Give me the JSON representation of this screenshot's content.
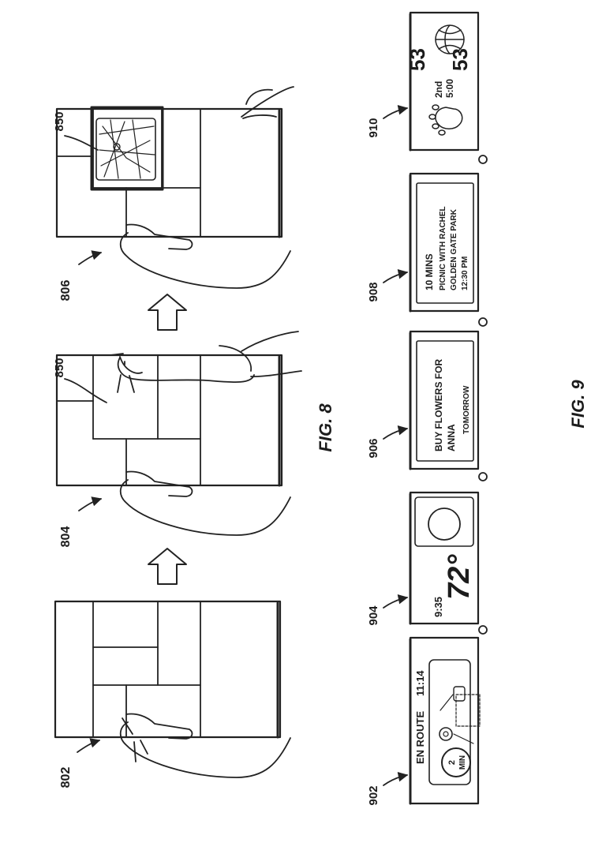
{
  "fig8": {
    "caption": "FIG. 8",
    "panels": [
      {
        "ref": "802"
      },
      {
        "ref": "804",
        "tile_ref": "850"
      },
      {
        "ref": "806",
        "tile_ref": "850"
      }
    ]
  },
  "fig9": {
    "caption": "FIG. 9",
    "cards": [
      {
        "ref": "902",
        "status": "EN ROUTE",
        "time": "11:14",
        "eta_value": "2",
        "eta_unit": "MIN"
      },
      {
        "ref": "904",
        "time": "9:35",
        "temperature": "72°"
      },
      {
        "ref": "906",
        "line1": "BUY FLOWERS FOR",
        "line2": "ANNA",
        "line3": "TOMORROW"
      },
      {
        "ref": "908",
        "line1": "10 MINS",
        "line2": "PICNIC WITH RACHEL",
        "line3": "GOLDEN GATE PARK",
        "line4": "12:30 PM"
      },
      {
        "ref": "910",
        "score_top": "53",
        "score_bottom": "53",
        "period": "2nd",
        "clock": "5:00"
      }
    ]
  }
}
